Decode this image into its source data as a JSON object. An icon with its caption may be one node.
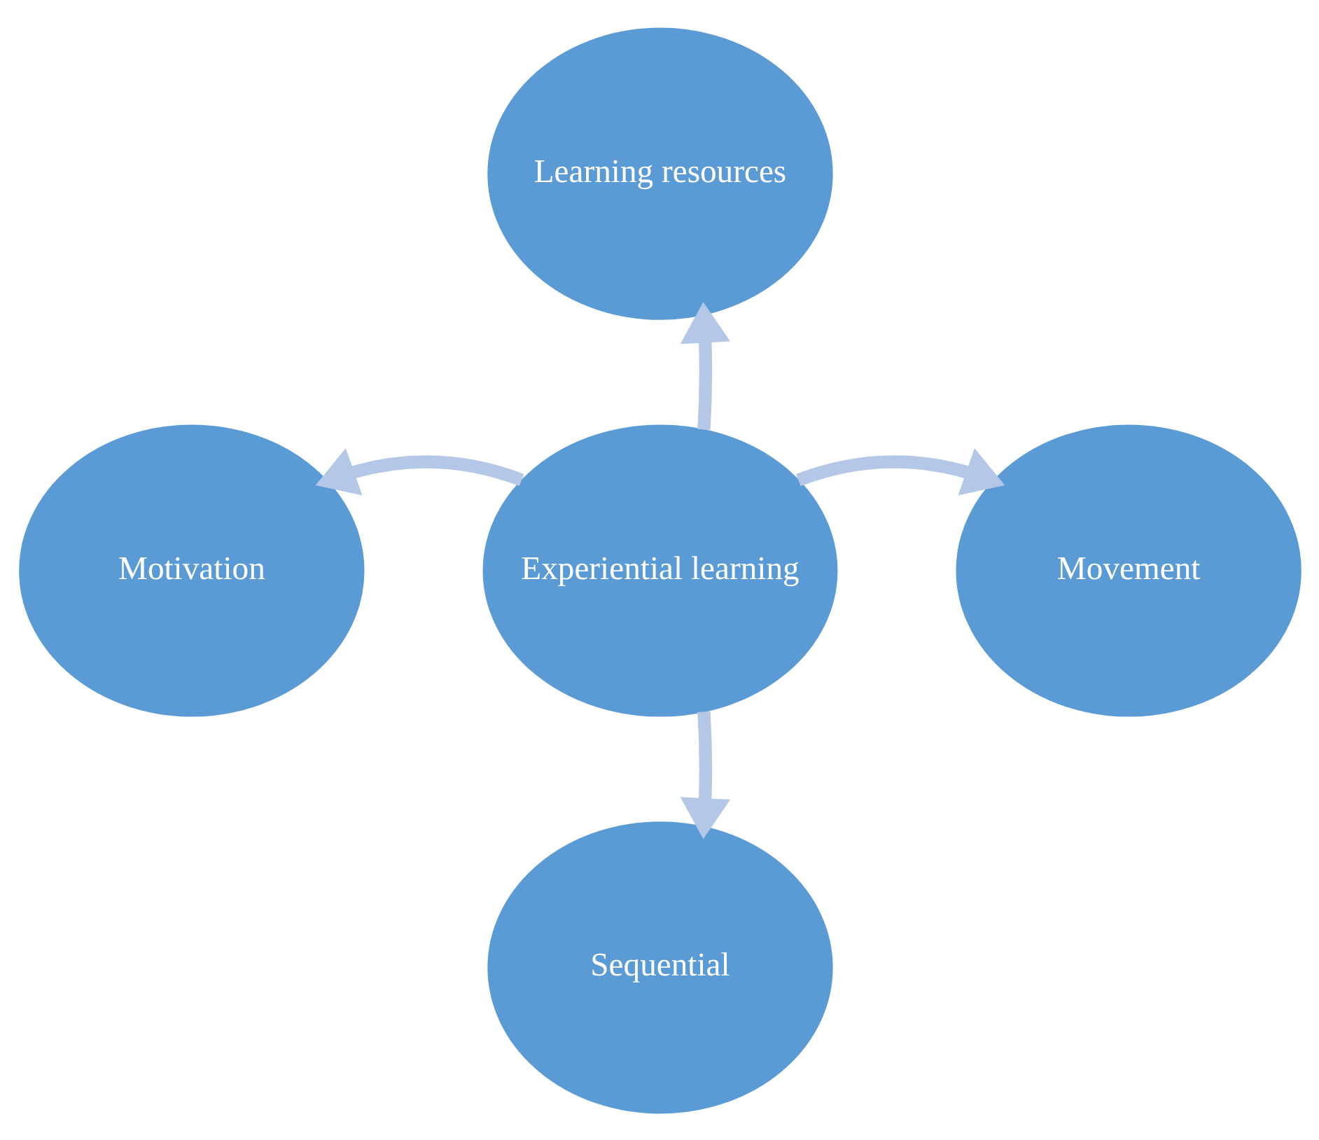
{
  "diagram": {
    "nodes": [
      {
        "text": [
          "Learning resources"
        ]
      },
      {
        "text": [
          "Motivation"
        ]
      },
      {
        "text": [
          "Experiential learning"
        ]
      },
      {
        "text": [
          "Movement"
        ]
      },
      {
        "text": [
          "Sequential"
        ]
      }
    ],
    "edges": [
      {
        "from": 2,
        "to": 0,
        "arrow": "to"
      },
      {
        "from": 2,
        "to": 1,
        "arrow": "to"
      },
      {
        "from": 2,
        "to": 3,
        "arrow": "to"
      },
      {
        "from": 2,
        "to": 4,
        "arrow": "to"
      }
    ]
  }
}
